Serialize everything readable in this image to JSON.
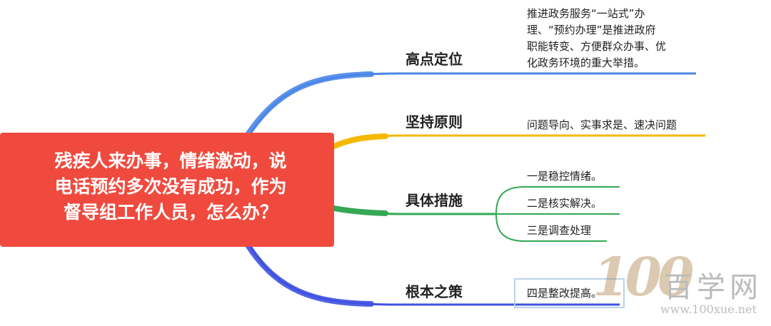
{
  "root": {
    "lines": [
      "残疾人来办事，情绪激动，说",
      "电话预约多次没有成功，作为",
      "督导组工作人员，怎么办？"
    ],
    "color": "#f04a3e"
  },
  "branches": [
    {
      "label": "高点定位",
      "color": "#4a86e8",
      "leaves": [
        {
          "lines": [
            "推进政务服务“一站式”办",
            "理、“预约办理”是推进政府",
            "职能转变、方便群众办事、优",
            "化政务环境的重大举措。"
          ]
        }
      ]
    },
    {
      "label": "坚持原则",
      "color": "#f5b800",
      "leaves": [
        {
          "lines": [
            "问题导向、实事求是、速决问题"
          ]
        }
      ]
    },
    {
      "label": "具体措施",
      "color": "#34a853",
      "leaves": [
        {
          "lines": [
            "一是稳控情绪。"
          ]
        },
        {
          "lines": [
            "二是核实解决。"
          ]
        },
        {
          "lines": [
            "三是调查处理"
          ]
        }
      ]
    },
    {
      "label": "根本之策",
      "color": "#3f51e0",
      "leaves": [
        {
          "lines": [
            "四是整改提高。"
          ]
        }
      ]
    }
  ],
  "watermark": {
    "logo": "100",
    "cn": "百学网",
    "url": "www.100xue.net"
  }
}
